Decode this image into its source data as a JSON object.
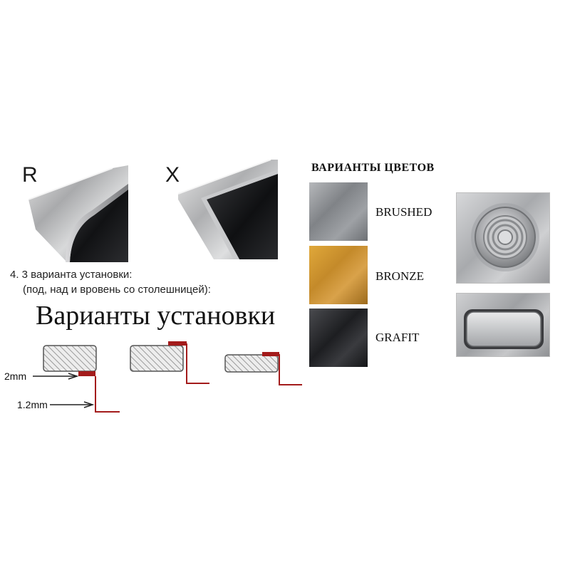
{
  "corners": [
    {
      "letter": "R",
      "shape": "rounded-corner"
    },
    {
      "letter": "X",
      "shape": "sharp-corner"
    }
  ],
  "installation": {
    "line1": "4. 3 варианта установки:",
    "line2": "(под, над и вровень со столешницей):",
    "title": "Варианты установки",
    "dim_top": "2mm",
    "dim_bottom": "1.2mm",
    "accent_color": "#a31b1b"
  },
  "colors": {
    "heading": "ВАРИАНТЫ ЦВЕТОВ",
    "items": [
      {
        "label": "BRUSHED",
        "color": "#8a8d92"
      },
      {
        "label": "BRONZE",
        "color": "#c48a2a"
      },
      {
        "label": "GRAFIT",
        "color": "#2a2b2e"
      }
    ]
  },
  "photos": [
    {
      "subject": "drain-strainer"
    },
    {
      "subject": "overflow-cover"
    }
  ]
}
